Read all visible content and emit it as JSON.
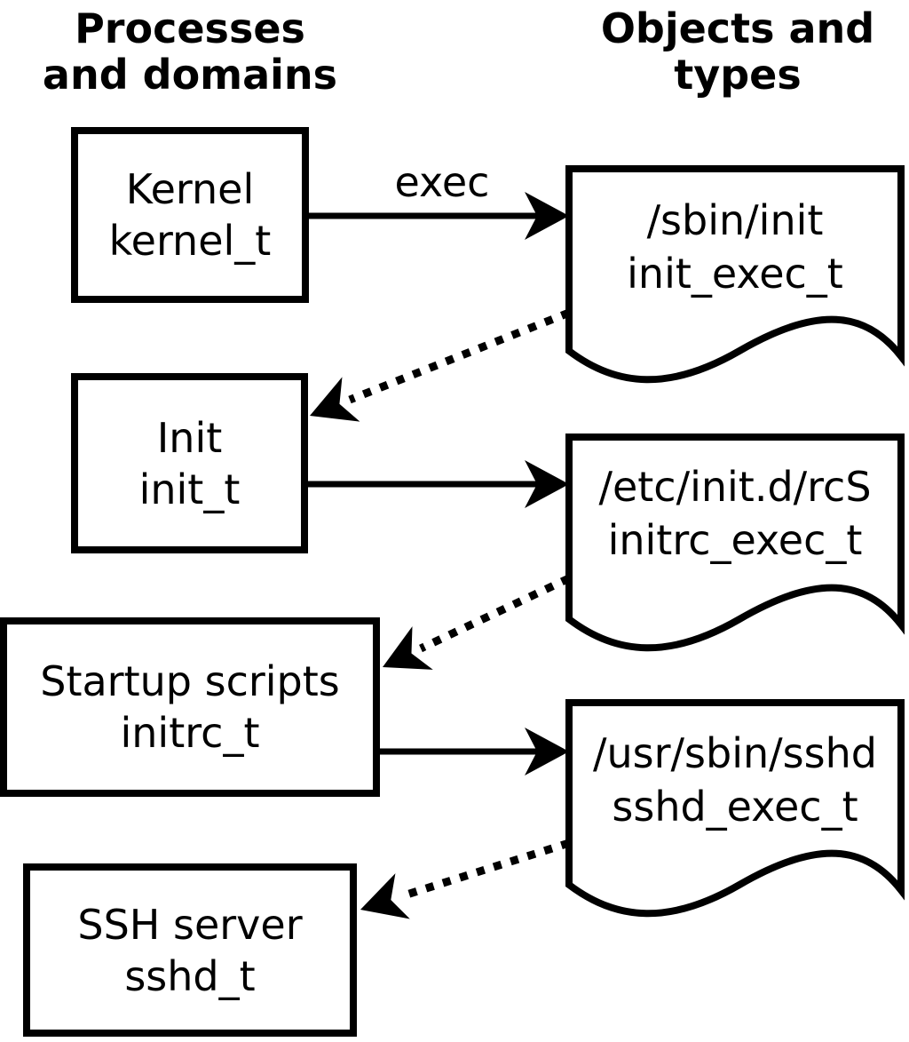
{
  "headers": {
    "left": {
      "line1": "Processes",
      "line2": "and domains"
    },
    "right": {
      "line1": "Objects and",
      "line2": "types"
    }
  },
  "processes": [
    {
      "name": "Kernel",
      "type": "kernel_t"
    },
    {
      "name": "Init",
      "type": "init_t"
    },
    {
      "name": "Startup scripts",
      "type": "initrc_t"
    },
    {
      "name": "SSH server",
      "type": "sshd_t"
    }
  ],
  "objects": [
    {
      "path": "/sbin/init",
      "type": "init_exec_t"
    },
    {
      "path": "/etc/init.d/rcS",
      "type": "initrc_exec_t"
    },
    {
      "path": "/usr/sbin/sshd",
      "type": "sshd_exec_t"
    }
  ],
  "arrows": {
    "exec_label": "exec"
  },
  "colors": {
    "stroke": "#000000",
    "background": "#ffffff"
  }
}
